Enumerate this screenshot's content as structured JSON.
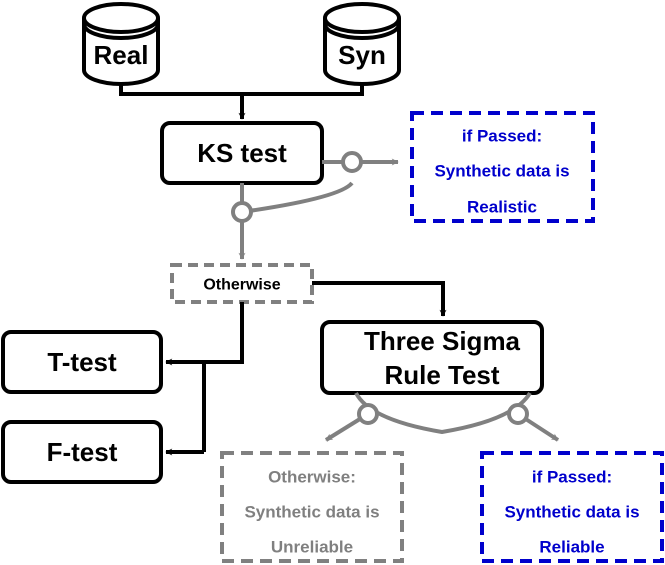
{
  "nodes": {
    "real": "Real",
    "syn": "Syn",
    "ks_test": "KS test",
    "otherwise": "Otherwise",
    "t_test": "T-test",
    "f_test": "F-test",
    "three_sigma_line1": "Three Sigma",
    "three_sigma_line2": "Rule Test"
  },
  "outcomes": {
    "realistic": {
      "line1": "if Passed:",
      "line2": "Synthetic data is",
      "line3": "Realistic"
    },
    "unreliable": {
      "line1": "Otherwise:",
      "line2": "Synthetic data is",
      "line3": "Unreliable"
    },
    "reliable": {
      "line1": "if Passed:",
      "line2": "Synthetic data is",
      "line3": "Reliable"
    }
  },
  "colors": {
    "black": "#000000",
    "gray": "#808080",
    "blue": "#0000cc"
  }
}
